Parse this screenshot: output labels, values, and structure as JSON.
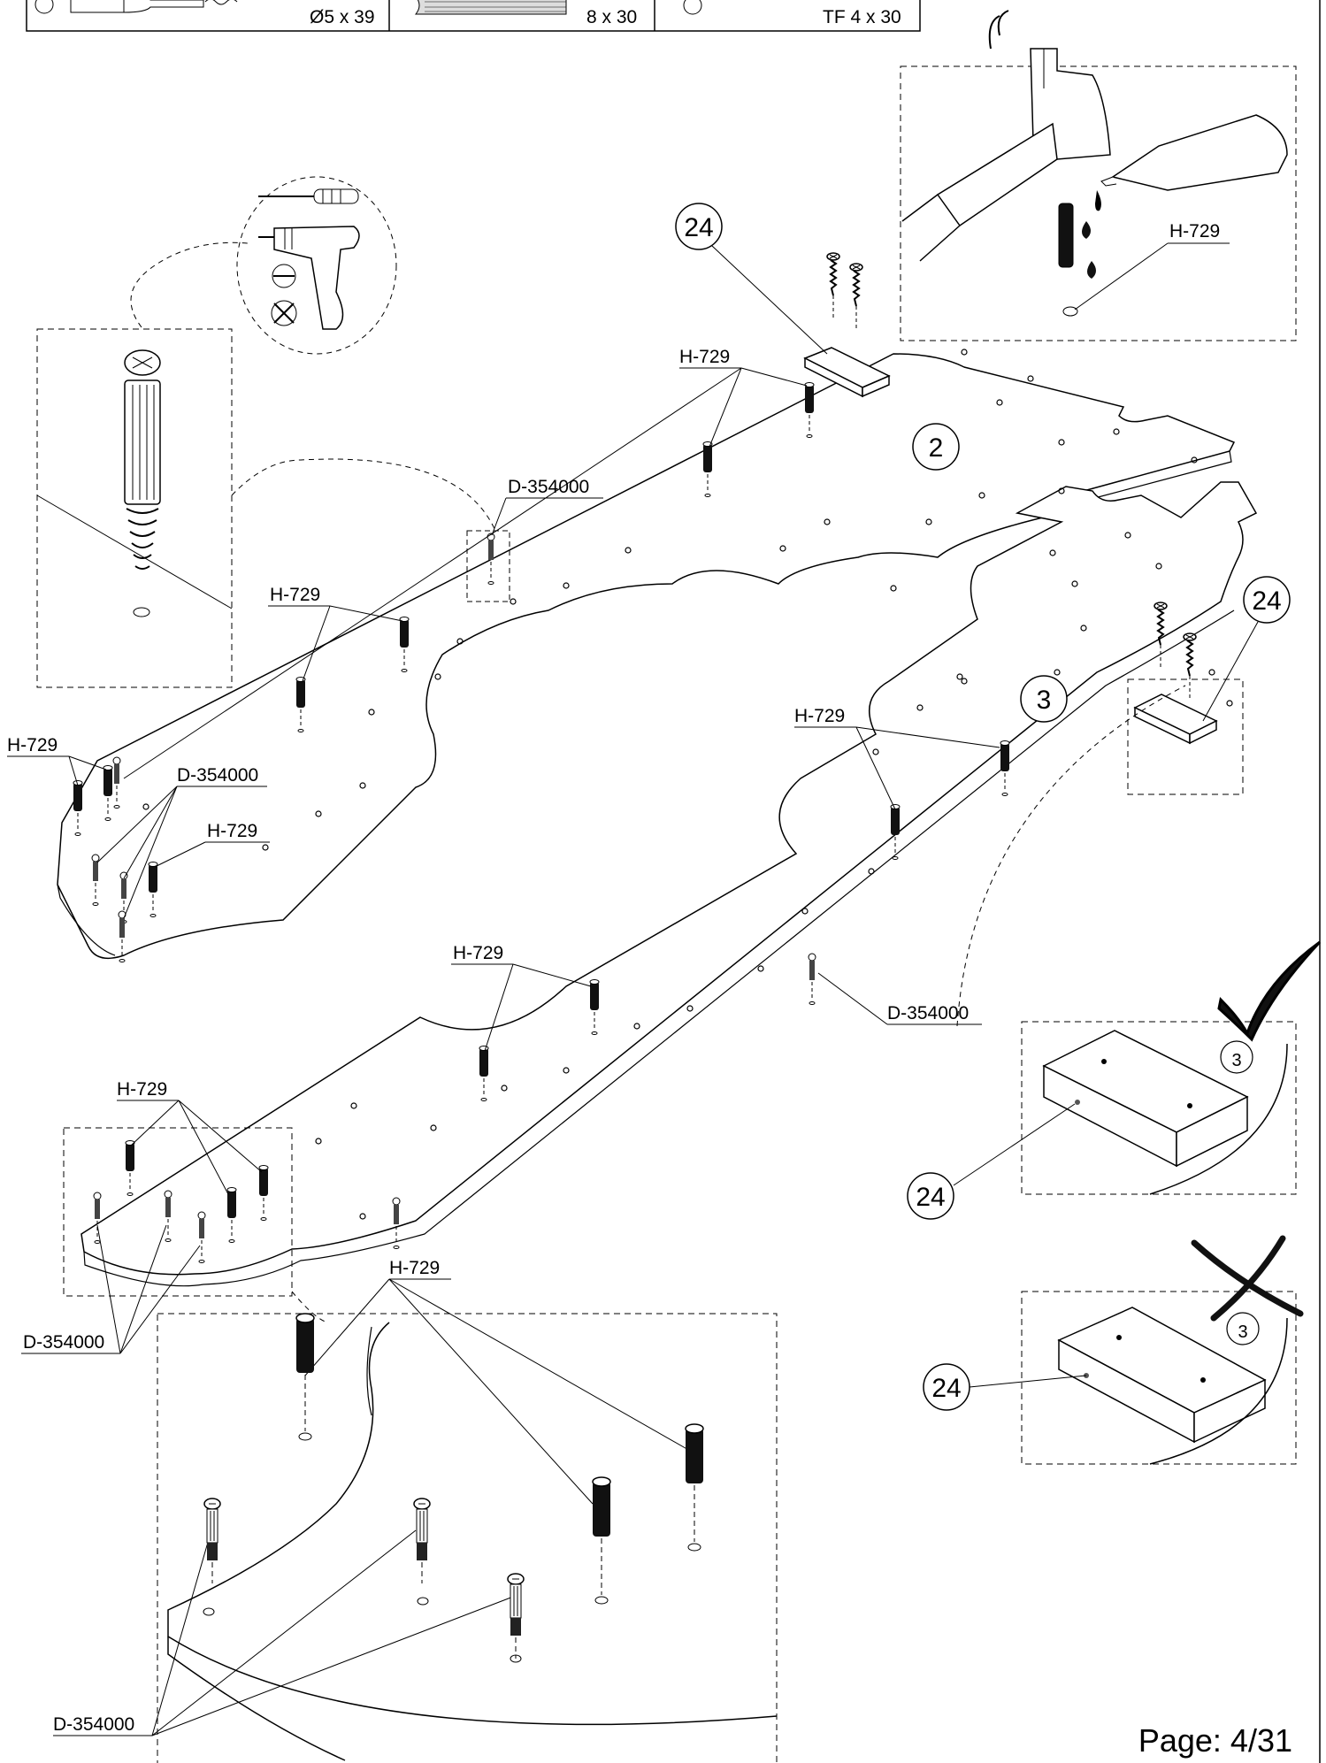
{
  "hardware_table": [
    {
      "label": "Ø5 x 39",
      "icon": "cam-bolt-icon"
    },
    {
      "label": "8 x 30",
      "icon": "wood-dowel-icon"
    },
    {
      "label": "TF 4 x 30",
      "icon": "wood-screw-icon"
    }
  ],
  "parts": {
    "panel_2": "2",
    "panel_3": "3",
    "block_24": "24"
  },
  "codes": {
    "dowel": "H-729",
    "cam": "D-354000"
  },
  "detail_correct": {
    "panel": "3",
    "block": "24",
    "mark": "check-icon"
  },
  "detail_wrong": {
    "panel": "3",
    "block": "24",
    "mark": "cross-icon"
  },
  "tools": [
    "screwdriver-icon",
    "drill-icon",
    "slotted-bit-icon",
    "phillips-bit-icon",
    "glue-bottle-icon",
    "hammer-icon"
  ],
  "page": "Page: 4/31"
}
